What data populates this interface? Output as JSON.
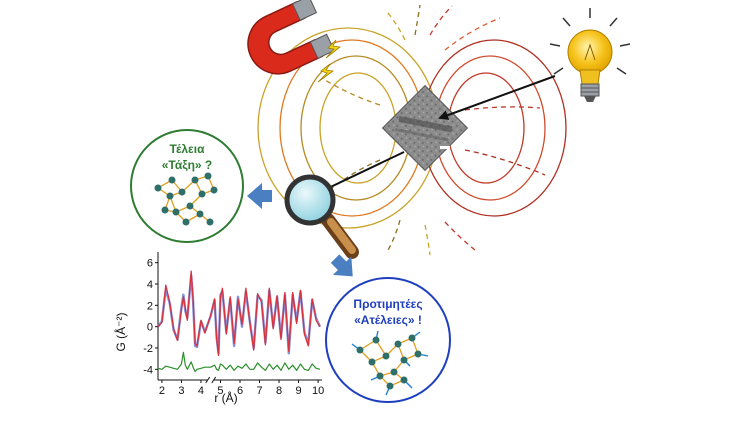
{
  "colors": {
    "green_circle": "#2e7d32",
    "blue_circle": "#1f3fbf",
    "arrow_blue": "#4a7fc1",
    "magnet_red": "#d92a1c",
    "magnet_gray": "#9aa0a6",
    "bulb_yellow": "#f6c21b",
    "field_lines": [
      "#e25b2b",
      "#c9a227",
      "#8a6d1b",
      "#c0392b"
    ],
    "curve_red": "#d8323c",
    "curve_blue": "#5a6fd6",
    "curve_green": "#2a8f2a"
  },
  "icons": [
    "magnet-icon",
    "lightning-icon",
    "light-bulb-icon",
    "magnifying-glass-icon",
    "nanoparticle-image",
    "arrow-icon"
  ],
  "perfect_order": {
    "line1": "Τέλεια",
    "line2": "«Τάξη» ?"
  },
  "preferred_defects": {
    "line1": "Προτιμητέες",
    "line2": "«Ατέλειες» !"
  },
  "chart_data": {
    "type": "line",
    "xlabel": "r (Å)",
    "ylabel": "G (Å⁻²)",
    "x_ticks": [
      "2",
      "3",
      "4",
      "5",
      "6",
      "7",
      "8",
      "9",
      "10"
    ],
    "y_ticks": [
      "-4",
      "-2",
      "0",
      "2",
      "4",
      "6"
    ],
    "ylim": [
      -5,
      7
    ],
    "axis_break": true,
    "series": [
      {
        "role": "data",
        "x": [
          1.8,
          2.0,
          2.2,
          2.4,
          2.6,
          2.8,
          3.0,
          3.1,
          3.2,
          3.3,
          3.5,
          3.6,
          3.7,
          3.8,
          4.0,
          4.2,
          4.5,
          4.7,
          4.8,
          4.9,
          5.0,
          5.1,
          5.3,
          5.5,
          5.7,
          5.9,
          6.1,
          6.3,
          6.5,
          6.7,
          6.9,
          7.1,
          7.3,
          7.5,
          7.7,
          7.9,
          8.1,
          8.3,
          8.5,
          8.7,
          8.9,
          9.1,
          9.3,
          9.5,
          9.7,
          9.9,
          10.1
        ],
        "y": [
          0.0,
          0.5,
          3.5,
          2.2,
          -0.3,
          -1.2,
          1.8,
          3.0,
          1.5,
          0.8,
          4.8,
          2.4,
          -1.8,
          -1.9,
          0.5,
          -0.5,
          1.0,
          2.5,
          -1.0,
          -2.5,
          3.0,
          3.3,
          -0.5,
          2.6,
          -1.8,
          2.8,
          0.0,
          3.3,
          0.5,
          -2.0,
          2.9,
          2.5,
          -1.5,
          3.4,
          0.0,
          2.8,
          -1.0,
          3.0,
          -2.5,
          3.0,
          0.5,
          3.3,
          -0.5,
          -1.6,
          2.5,
          0.8,
          0.0
        ]
      },
      {
        "role": "fit",
        "x": [
          1.8,
          2.0,
          2.2,
          2.4,
          2.6,
          2.8,
          3.0,
          3.1,
          3.2,
          3.3,
          3.5,
          3.6,
          3.7,
          3.8,
          4.0,
          4.2,
          4.5,
          4.7,
          4.8,
          4.9,
          5.0,
          5.1,
          5.3,
          5.5,
          5.7,
          5.9,
          6.1,
          6.3,
          6.5,
          6.7,
          6.9,
          7.1,
          7.3,
          7.5,
          7.7,
          7.9,
          8.1,
          8.3,
          8.5,
          8.7,
          8.9,
          9.1,
          9.3,
          9.5,
          9.7,
          9.9,
          10.1
        ],
        "y": [
          0.0,
          0.4,
          3.9,
          2.3,
          -0.2,
          -1.3,
          1.6,
          2.8,
          1.7,
          0.6,
          5.2,
          2.5,
          -1.6,
          -1.8,
          0.6,
          -0.6,
          1.1,
          2.6,
          -1.1,
          -2.7,
          2.8,
          3.6,
          -0.7,
          2.8,
          -1.6,
          2.6,
          0.2,
          3.6,
          0.4,
          -2.2,
          3.1,
          2.3,
          -1.7,
          3.6,
          -0.2,
          2.9,
          -1.2,
          3.2,
          -2.3,
          3.2,
          0.3,
          3.4,
          -0.7,
          -1.8,
          2.6,
          0.6,
          0.0
        ]
      },
      {
        "role": "difference",
        "x": [
          1.8,
          2.0,
          2.2,
          2.4,
          2.6,
          2.8,
          3.0,
          3.1,
          3.2,
          3.3,
          3.5,
          3.6,
          3.7,
          3.8,
          4.0,
          4.2,
          4.5,
          4.7,
          4.8,
          4.9,
          5.0,
          5.1,
          5.3,
          5.5,
          5.7,
          5.9,
          6.1,
          6.3,
          6.5,
          6.7,
          6.9,
          7.1,
          7.3,
          7.5,
          7.7,
          7.9,
          8.1,
          8.3,
          8.5,
          8.7,
          8.9,
          9.1,
          9.3,
          9.5,
          9.7,
          9.9,
          10.1
        ],
        "y": [
          -3.9,
          -4.0,
          -3.7,
          -3.8,
          -3.9,
          -4.0,
          -3.5,
          -2.4,
          -3.6,
          -4.0,
          -3.3,
          -3.8,
          -4.2,
          -4.0,
          -3.9,
          -3.8,
          -3.8,
          -3.6,
          -4.0,
          -4.1,
          -3.5,
          -3.6,
          -4.0,
          -3.6,
          -4.1,
          -3.7,
          -3.9,
          -3.5,
          -4.0,
          -4.0,
          -3.4,
          -3.8,
          -4.1,
          -3.5,
          -4.0,
          -3.6,
          -4.1,
          -3.4,
          -4.0,
          -3.6,
          -4.1,
          -3.5,
          -4.0,
          -4.1,
          -3.5,
          -3.9,
          -4.0
        ]
      }
    ]
  }
}
